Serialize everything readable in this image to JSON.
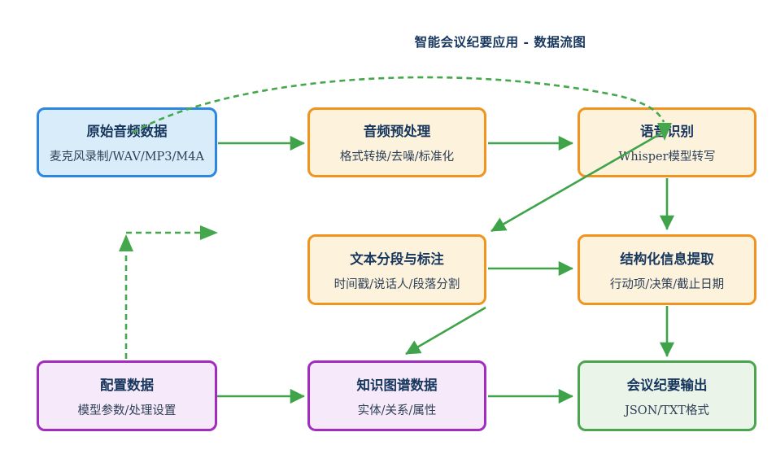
{
  "page_title": "智能会议纪要应用 - 数据流图",
  "palette": {
    "arrow_green": "#3fa34a",
    "dashed_green": "#45a74b",
    "title_text": "#17365d",
    "subtitle_text": "#2e4057",
    "node_types": {
      "audio_input": {
        "border": "#2d87e0",
        "fill": "#d9ecfa"
      },
      "process": {
        "border": "#f0941f",
        "fill": "#fdf3dd"
      },
      "data_store": {
        "border": "#a12cbe",
        "fill": "#f6e9f9"
      },
      "output": {
        "border": "#4aa54e",
        "fill": "#eaf4e9"
      }
    }
  },
  "nodes": [
    {
      "id": "raw-audio",
      "type": "audio_input",
      "title": "原始音频数据",
      "subtitle": "麦克风录制/WAV/MP3/M4A"
    },
    {
      "id": "preprocess",
      "type": "process",
      "title": "音频预处理",
      "subtitle": "格式转换/去噪/标准化"
    },
    {
      "id": "asr",
      "type": "process",
      "title": "语音识别",
      "subtitle": "Whisper模型转写"
    },
    {
      "id": "segment",
      "type": "process",
      "title": "文本分段与标注",
      "subtitle": "时间戳/说话人/段落分割"
    },
    {
      "id": "extract",
      "type": "process",
      "title": "结构化信息提取",
      "subtitle": "行动项/决策/截止日期"
    },
    {
      "id": "config",
      "type": "data_store",
      "title": "配置数据",
      "subtitle": "模型参数/处理设置"
    },
    {
      "id": "kg",
      "type": "data_store",
      "title": "知识图谱数据",
      "subtitle": "实体/关系/属性"
    },
    {
      "id": "output",
      "type": "output",
      "title": "会议纪要输出",
      "subtitle": "JSON/TXT格式"
    }
  ],
  "edges": [
    {
      "from": "原始音频数据",
      "to": "音频预处理",
      "style": "solid"
    },
    {
      "from": "原始音频数据",
      "to": "语音识别",
      "style": "dashed-curve"
    },
    {
      "from": "音频预处理",
      "to": "语音识别",
      "style": "solid"
    },
    {
      "from": "语音识别",
      "to": "文本分段与标注",
      "style": "solid"
    },
    {
      "from": "语音识别",
      "to": "结构化信息提取",
      "style": "solid"
    },
    {
      "from": "文本分段与标注",
      "to": "结构化信息提取",
      "style": "solid"
    },
    {
      "from": "文本分段与标注",
      "to": "知识图谱数据",
      "style": "solid"
    },
    {
      "from": "结构化信息提取",
      "to": "会议纪要输出",
      "style": "solid"
    },
    {
      "from": "配置数据",
      "to": "知识图谱数据",
      "style": "solid"
    },
    {
      "from": "知识图谱数据",
      "to": "会议纪要输出",
      "style": "solid"
    },
    {
      "from": "配置数据",
      "to": "(上方虚线箭头，无可见目标)",
      "style": "dashed"
    }
  ]
}
